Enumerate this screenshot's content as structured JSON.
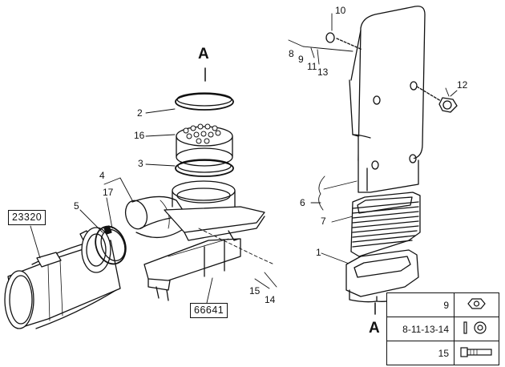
{
  "diagram": {
    "section_mark_top": "A",
    "section_mark_bottom": "A",
    "ref_boxes": {
      "left": "23320",
      "bottom": "66641"
    },
    "callouts": {
      "c1": "1",
      "c2": "2",
      "c3": "3",
      "c4": "4",
      "c5": "5",
      "c6": "6",
      "c7": "7",
      "c8": "8",
      "c9": "9",
      "c10": "10",
      "c11": "11",
      "c12": "12",
      "c13": "13",
      "c14": "14",
      "c15": "15",
      "c16": "16",
      "c17": "17"
    }
  },
  "legend": [
    {
      "code": "9",
      "icon": "nut-icon"
    },
    {
      "code": "8-11-13-14",
      "icon": "washer-icon"
    },
    {
      "code": "15",
      "icon": "bolt-icon"
    }
  ]
}
